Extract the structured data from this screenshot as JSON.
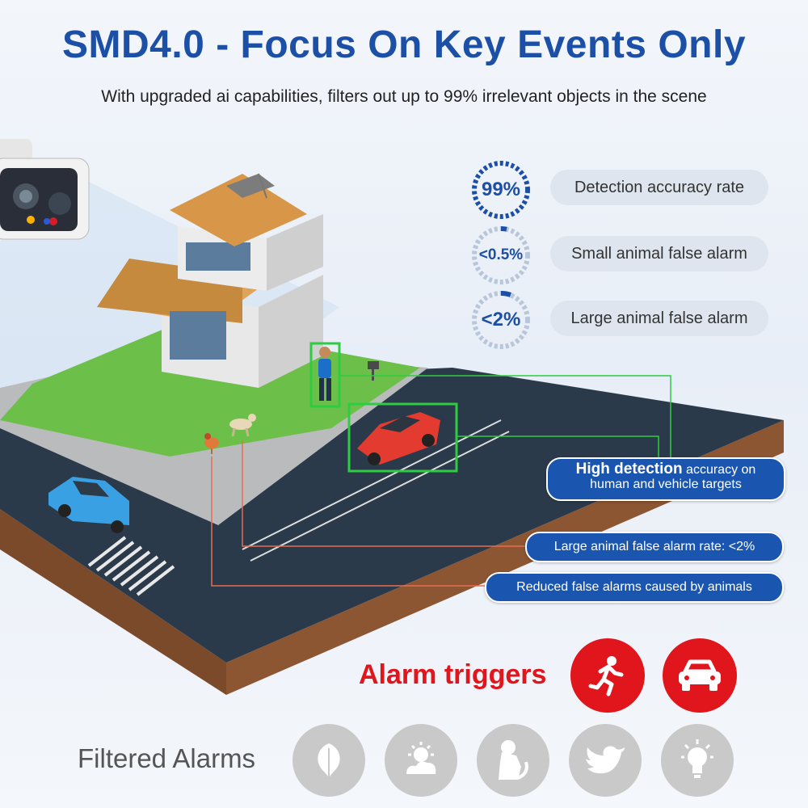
{
  "header": {
    "title": "SMD4.0 - Focus On Key Events Only",
    "subtitle": "With upgraded ai capabilities, filters out up to 99% irrelevant objects in the scene"
  },
  "stats": [
    {
      "value": "99%",
      "label": "Detection accuracy rate"
    },
    {
      "value": "<0.5%",
      "label": "Small animal false alarm"
    },
    {
      "value": "<2%",
      "label": "Large animal false alarm"
    }
  ],
  "callouts": {
    "detection_strong": "High detection",
    "detection_rest": " accuracy on",
    "detection_line2": "human and vehicle targets",
    "large_animal": "Large animal false alarm rate: <2%",
    "reduced": "Reduced false alarms caused by animals"
  },
  "alarm": {
    "title": "Alarm triggers",
    "icons": [
      "running-person-icon",
      "car-icon"
    ]
  },
  "filtered": {
    "title": "Filtered Alarms",
    "icons": [
      "leaf-icon",
      "weather-icon",
      "dog-icon",
      "bird-icon",
      "lightbulb-icon"
    ]
  },
  "colors": {
    "brand_blue": "#1c4fa6",
    "callout_blue": "#1a56b0",
    "alarm_red": "#e0161c",
    "filtered_gray": "#c9c9c9",
    "detect_green": "#2ecc40",
    "animal_line": "#e86d50"
  }
}
